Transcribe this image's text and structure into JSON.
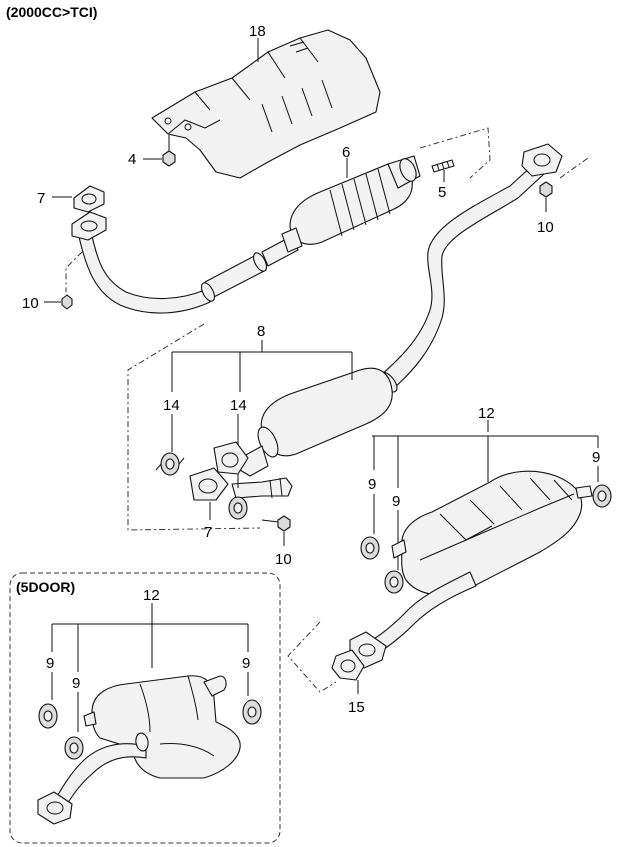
{
  "header": {
    "title": "(2000CC>TCI)"
  },
  "inset": {
    "title": "(5DOOR)"
  },
  "callouts": {
    "heat_protector": "18",
    "nut_upper": "4",
    "catalytic_converter": "6",
    "bolt_upper": "5",
    "gasket_upper": "7",
    "nut_front_pipe": "10",
    "nut_right_flange": "10",
    "center_muffler": "8",
    "hanger_left": "14",
    "hanger_right": "14",
    "gasket_lower": "7",
    "nut_lower": "10",
    "main_muffler": "12",
    "mm_hanger_left": "9",
    "mm_hanger_mid": "9",
    "mm_hanger_right": "9",
    "gasket_rear": "15",
    "inset_muffler": "12",
    "inset_hanger_left": "9",
    "inset_hanger_mid": "9",
    "inset_hanger_right": "9"
  }
}
